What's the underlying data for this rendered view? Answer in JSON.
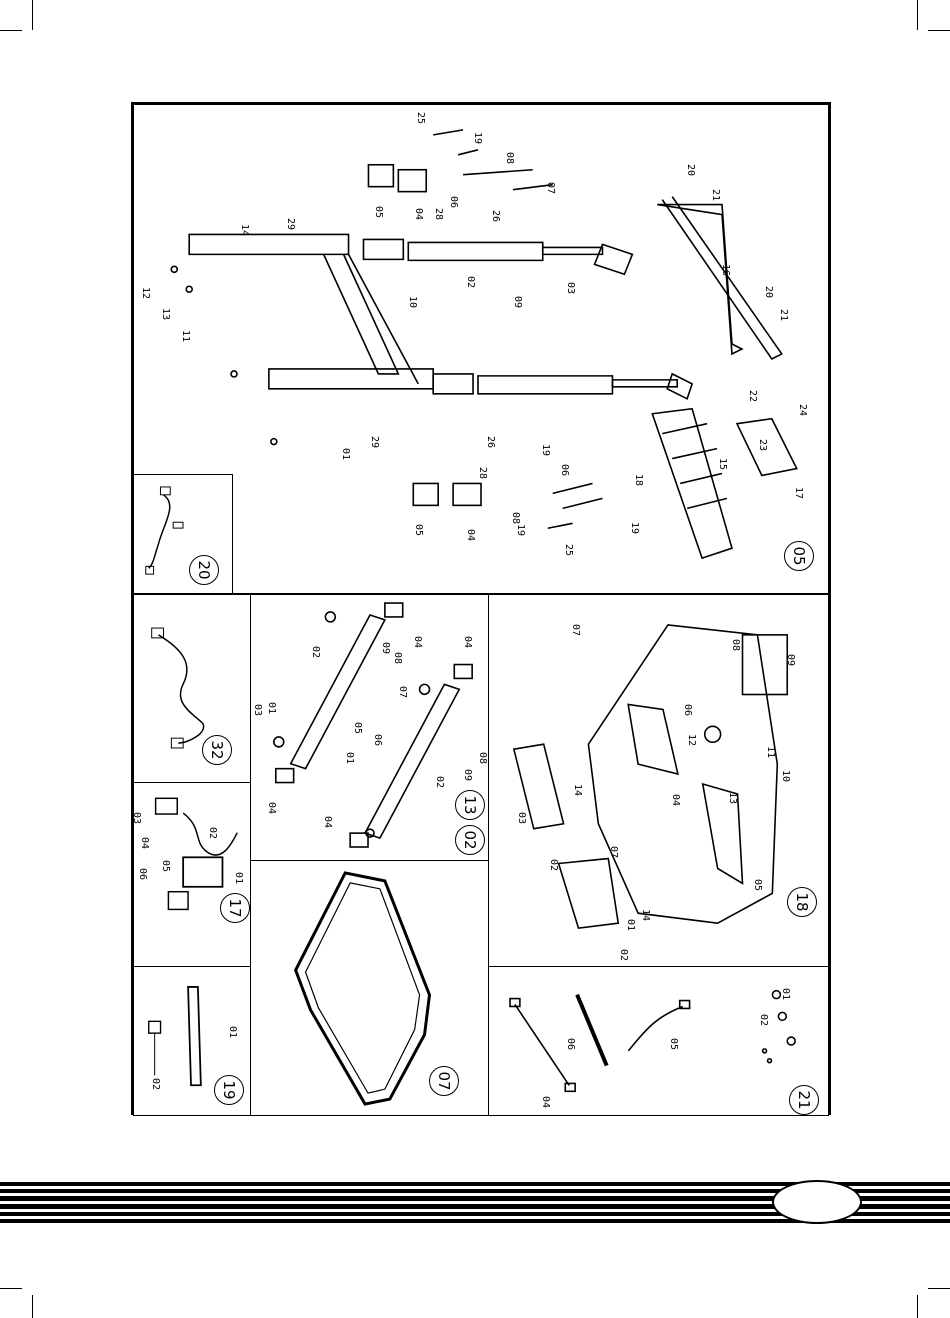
{
  "panels": {
    "p05": {
      "badge": "05",
      "labels": [
        "25",
        "19",
        "08",
        "07",
        "20",
        "21",
        "26",
        "06",
        "28",
        "04",
        "05",
        "29",
        "14",
        "12",
        "13",
        "11",
        "10",
        "02",
        "09",
        "03",
        "16",
        "20",
        "21",
        "22",
        "24",
        "23",
        "17",
        "15",
        "18",
        "19",
        "01",
        "29",
        "28",
        "26",
        "19",
        "06",
        "05",
        "04",
        "08",
        "19",
        "25"
      ]
    },
    "p20": {
      "badge": "20"
    },
    "p32": {
      "badge": "32"
    },
    "p13": {
      "badge": "13",
      "badge2": "02",
      "labels": [
        "02",
        "04",
        "03",
        "01",
        "09",
        "08",
        "07",
        "06",
        "05",
        "04",
        "01",
        "02",
        "08",
        "09",
        "04",
        "04"
      ]
    },
    "p18": {
      "badge": "18",
      "labels": [
        "07",
        "08",
        "09",
        "06",
        "12",
        "11",
        "10",
        "13",
        "14",
        "04",
        "03",
        "07",
        "02",
        "05",
        "01",
        "02",
        "14"
      ]
    },
    "p17": {
      "badge": "17",
      "labels": [
        "03",
        "04",
        "02",
        "01",
        "05",
        "06"
      ]
    },
    "p07": {
      "badge": "07"
    },
    "p19": {
      "badge": "19",
      "labels": [
        "01",
        "02"
      ]
    },
    "p21": {
      "badge": "21",
      "labels": [
        "06",
        "05",
        "01",
        "02",
        "04"
      ]
    }
  },
  "colors": {
    "ink": "#000000",
    "paper": "#ffffff"
  }
}
